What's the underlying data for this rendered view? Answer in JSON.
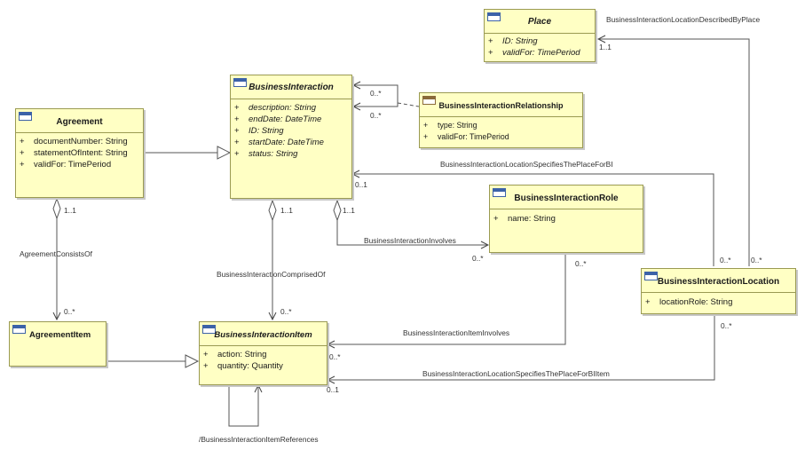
{
  "classes": {
    "place": {
      "name": "Place",
      "attrs": [
        {
          "vis": "+",
          "text": "ID: String"
        },
        {
          "vis": "+",
          "text": "validFor: TimePeriod"
        }
      ]
    },
    "business_interaction": {
      "name": "BusinessInteraction",
      "attrs": [
        {
          "vis": "+",
          "text": "description: String"
        },
        {
          "vis": "+",
          "text": "endDate: DateTime"
        },
        {
          "vis": "+",
          "text": "ID: String"
        },
        {
          "vis": "+",
          "text": "startDate: DateTime"
        },
        {
          "vis": "+",
          "text": "status: String"
        }
      ]
    },
    "agreement": {
      "name": "Agreement",
      "attrs": [
        {
          "vis": "+",
          "text": "documentNumber: String"
        },
        {
          "vis": "+",
          "text": "statementOfIntent: String"
        },
        {
          "vis": "+",
          "text": "validFor: TimePeriod"
        }
      ]
    },
    "business_interaction_relationship": {
      "name": "BusinessInteractionRelationship",
      "attrs": [
        {
          "vis": "+",
          "text": "type: String"
        },
        {
          "vis": "+",
          "text": "validFor: TimePeriod"
        }
      ]
    },
    "business_interaction_role": {
      "name": "BusinessInteractionRole",
      "attrs": [
        {
          "vis": "+",
          "text": "name: String"
        }
      ]
    },
    "business_interaction_location": {
      "name": "BusinessInteractionLocation",
      "attrs": [
        {
          "vis": "+",
          "text": "locationRole: String"
        }
      ]
    },
    "agreement_item": {
      "name": "AgreementItem",
      "attrs": []
    },
    "business_interaction_item": {
      "name": "BusinessInteractionItem",
      "attrs": [
        {
          "vis": "+",
          "text": "action: String"
        },
        {
          "vis": "+",
          "text": "quantity: Quantity"
        }
      ]
    }
  },
  "associations": {
    "described_by_place": "BusinessInteractionLocationDescribedByPlace",
    "specifies_place_for_bi": "BusinessInteractionLocationSpecifiesThePlaceForBI",
    "involves": "BusinessInteractionInvolves",
    "comprised_of": "BusinessInteractionComprisedOf",
    "consists_of": "AgreementConsistsOf",
    "item_involves": "BusinessInteractionItemInvolves",
    "specifies_place_for_item": "BusinessInteractionLocationSpecifiesThePlaceForBIItem",
    "item_references": "/BusinessInteractionItemReferences"
  },
  "multiplicities": {
    "place_end": "1..1",
    "rel_self_top": "0..*",
    "rel_self_bottom": "0..*",
    "bi_location_end": "0..1",
    "bi_comprised": "1..1",
    "bi_involves": "1..1",
    "role_involves": "0..*",
    "role_item": "0..*",
    "loc_bi": "0..*",
    "loc_place": "0..*",
    "agreement_end": "1..1",
    "agreement_item_end": "0..*",
    "bii_comprised": "0..*",
    "bii_involves": "0..*",
    "loc_item": "0..*",
    "bii_location": "0..1"
  }
}
